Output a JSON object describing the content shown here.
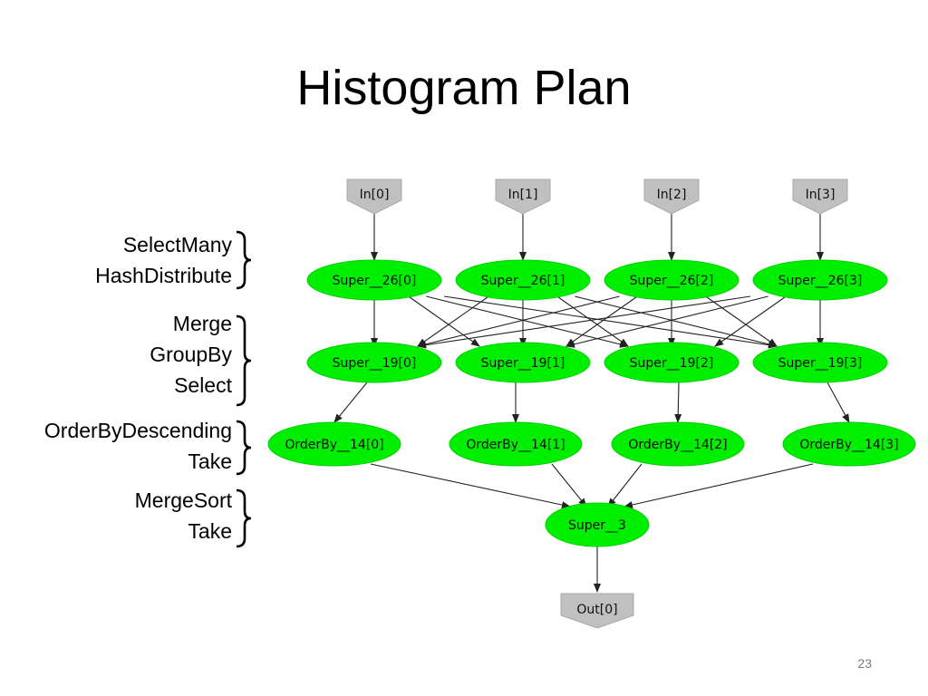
{
  "slide": {
    "title": "Histogram Plan",
    "page_number": "23"
  },
  "stages": [
    {
      "labels": [
        "SelectMany",
        "HashDistribute"
      ]
    },
    {
      "labels": [
        "Merge",
        "GroupBy",
        "Select"
      ]
    },
    {
      "labels": [
        "OrderByDescending",
        "Take"
      ]
    },
    {
      "labels": [
        "MergeSort",
        "Take"
      ]
    }
  ],
  "graph": {
    "colors": {
      "node_fill": "#00ee00",
      "io_fill": "#c0c0c0",
      "edge": "#222222"
    },
    "inputs": [
      "In[0]",
      "In[1]",
      "In[2]",
      "In[3]"
    ],
    "distribute": [
      "Super__26[0]",
      "Super__26[1]",
      "Super__26[2]",
      "Super__26[3]"
    ],
    "merge": [
      "Super__19[0]",
      "Super__19[1]",
      "Super__19[2]",
      "Super__19[3]"
    ],
    "orderby": [
      "OrderBy__14[0]",
      "OrderBy__14[1]",
      "OrderBy__14[2]",
      "OrderBy__14[3]"
    ],
    "final": "Super__3",
    "output": "Out[0]"
  }
}
